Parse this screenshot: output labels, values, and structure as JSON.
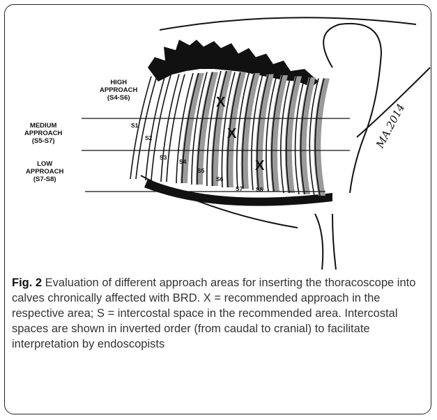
{
  "labels": {
    "high": [
      "HIGH",
      "APPROACH",
      "(S4-S6)"
    ],
    "medium": [
      "MEDIUM",
      "APPROACH",
      "(S5-S7)"
    ],
    "low": [
      "LOW",
      "APPROACH",
      "(S7-S8)"
    ]
  },
  "spaces": [
    "S1",
    "S2",
    "S3",
    "S4",
    "S5",
    "S6",
    "S7",
    "S8"
  ],
  "marks": [
    "X",
    "X",
    "X"
  ],
  "signature": "MA.2014",
  "caption": {
    "fig_label": "Fig. 2",
    "text": " Evaluation of different approach areas for inserting the thoracoscope into calves chronically affected with BRD. X = recommended approach in the respective area; S = intercostal space in the recommended area. Intercostal spaces are shown in inverted order (from caudal to cranial) to facilitate interpretation by endoscopists"
  },
  "colors": {
    "ink": "#111111",
    "shade": "#9a9a9a",
    "caption_text": "#333333"
  }
}
